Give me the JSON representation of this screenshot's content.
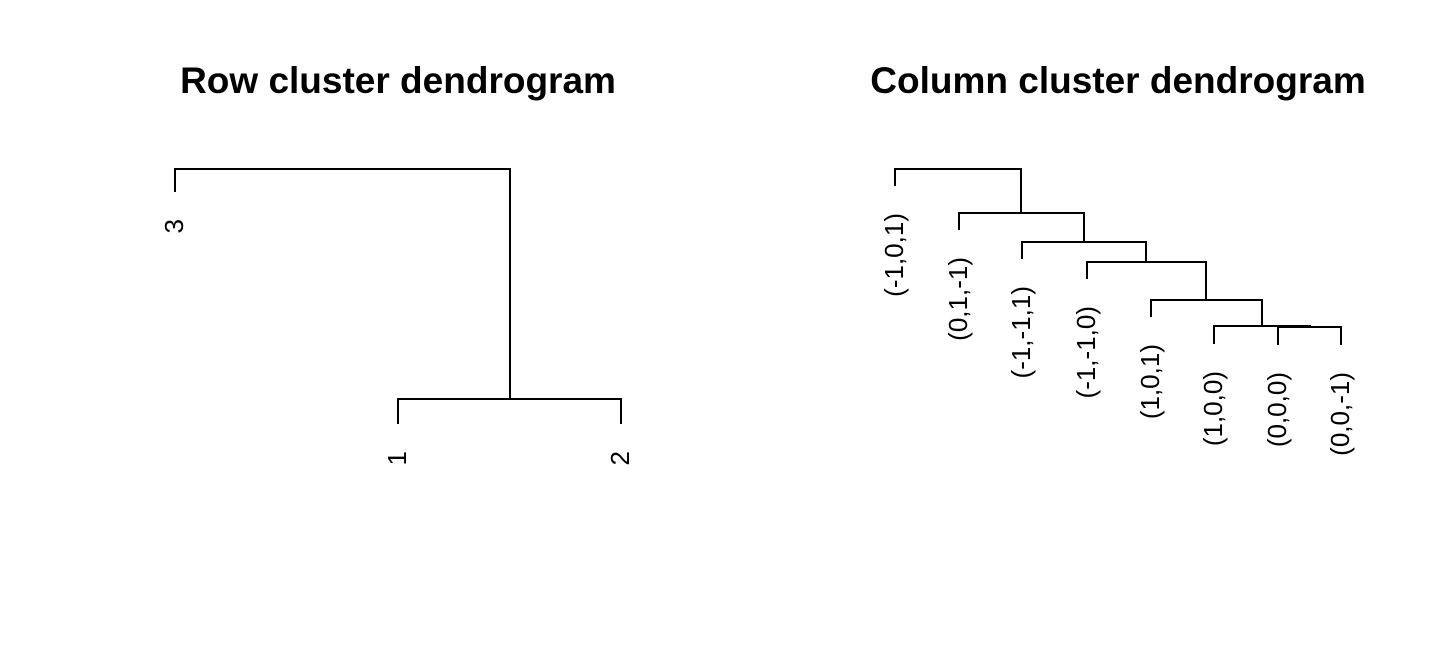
{
  "row_dendrogram": {
    "title": "Row cluster dendrogram",
    "leaves": [
      "3",
      "1",
      "2"
    ]
  },
  "column_dendrogram": {
    "title": "Column cluster dendrogram",
    "leaves": [
      "(-1,0,1)",
      "(0,1,-1)",
      "(-1,-1,1)",
      "(-1,-1,0)",
      "(1,0,1)",
      "(1,0,0)",
      "(0,0,0)",
      "(0,0,-1)"
    ]
  },
  "colors": {
    "ink": "#000000",
    "background": "#ffffff"
  }
}
